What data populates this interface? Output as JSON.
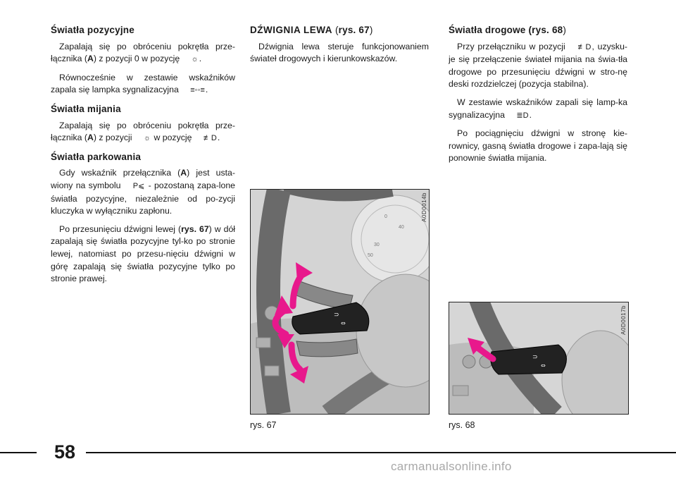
{
  "col1": {
    "h1": "Światła pozycyjne",
    "p1_a": "Zapalają się po obróceniu pokrętła prze-łącznika (",
    "p1_b": "A",
    "p1_c": ") z pozycji 0 w pozycję",
    "p1_d": ".",
    "p2_a": "Równocześnie w zestawie wskaźników zapala się lampka sygnalizacyjna",
    "p2_b": ".",
    "h2": "Światła mijania",
    "p3_a": "Zapalają się po obróceniu pokrętła prze-łącznika (",
    "p3_b": "A",
    "p3_c": ") z pozycji",
    "p3_d": "w pozycję",
    "p3_e": ".",
    "h3": "Światła parkowania",
    "p4_a": "Gdy wskaźnik przełącznika (",
    "p4_b": "A",
    "p4_c": ") jest usta-wiony na symbolu",
    "p4_d": "- pozostaną zapa-lone światła pozycyjne, niezależnie od po-zycji kluczyka w wyłączniku zapłonu.",
    "p5_a": "Po przesunięciu dźwigni lewej (",
    "p5_b": "rys. 67",
    "p5_c": ") w dół zapalają się światła pozycyjne tyl-ko po stronie lewej, natomiast po przesu-nięciu dźwigni w górę zapalają się światła pozycyjne tylko po stronie prawej."
  },
  "col2": {
    "h_a": "DŹWIGNIA LEWA",
    "h_b": "(",
    "h_c": "rys. 67",
    "h_d": ")",
    "p1": "Dźwignia lewa steruje funkcjonowaniem świateł drogowych i kierunkowskazów."
  },
  "col3": {
    "h_a": "Światła drogowe (",
    "h_b": "rys. 68",
    "h_c": ")",
    "p1_a": "Przy przełączniku w pozycji",
    "p1_b": ", uzysku-je się przełączenie świateł mijania na świa-tła drogowe po przesunięciu dźwigni w stro-nę deski rozdzielczej (pozycja stabilna).",
    "p2_a": "W zestawie wskaźników zapali się lamp-ka sygnalizacyjna",
    "p2_b": ".",
    "p3": "Po pociągnięciu dźwigni w stronę kie-rownicy, gasną światła drogowe i zapa-lają się ponownie światła mijania."
  },
  "figures": {
    "fig67_code": "A0D0014b",
    "fig68_code": "A0D0017b",
    "fig67_caption": "rys. 67",
    "fig68_caption": "rys. 68",
    "speedo_labels": [
      "30",
      "50",
      "40",
      "0"
    ]
  },
  "page_number": "58",
  "watermark": "carmanualsonline.info",
  "colors": {
    "arrow": "#e8188c",
    "ink": "#1a1a1a"
  },
  "icons": [
    "sun-icon",
    "position-lamp-icon",
    "low-beam-icon",
    "parking-light-icon",
    "high-beam-icon"
  ]
}
